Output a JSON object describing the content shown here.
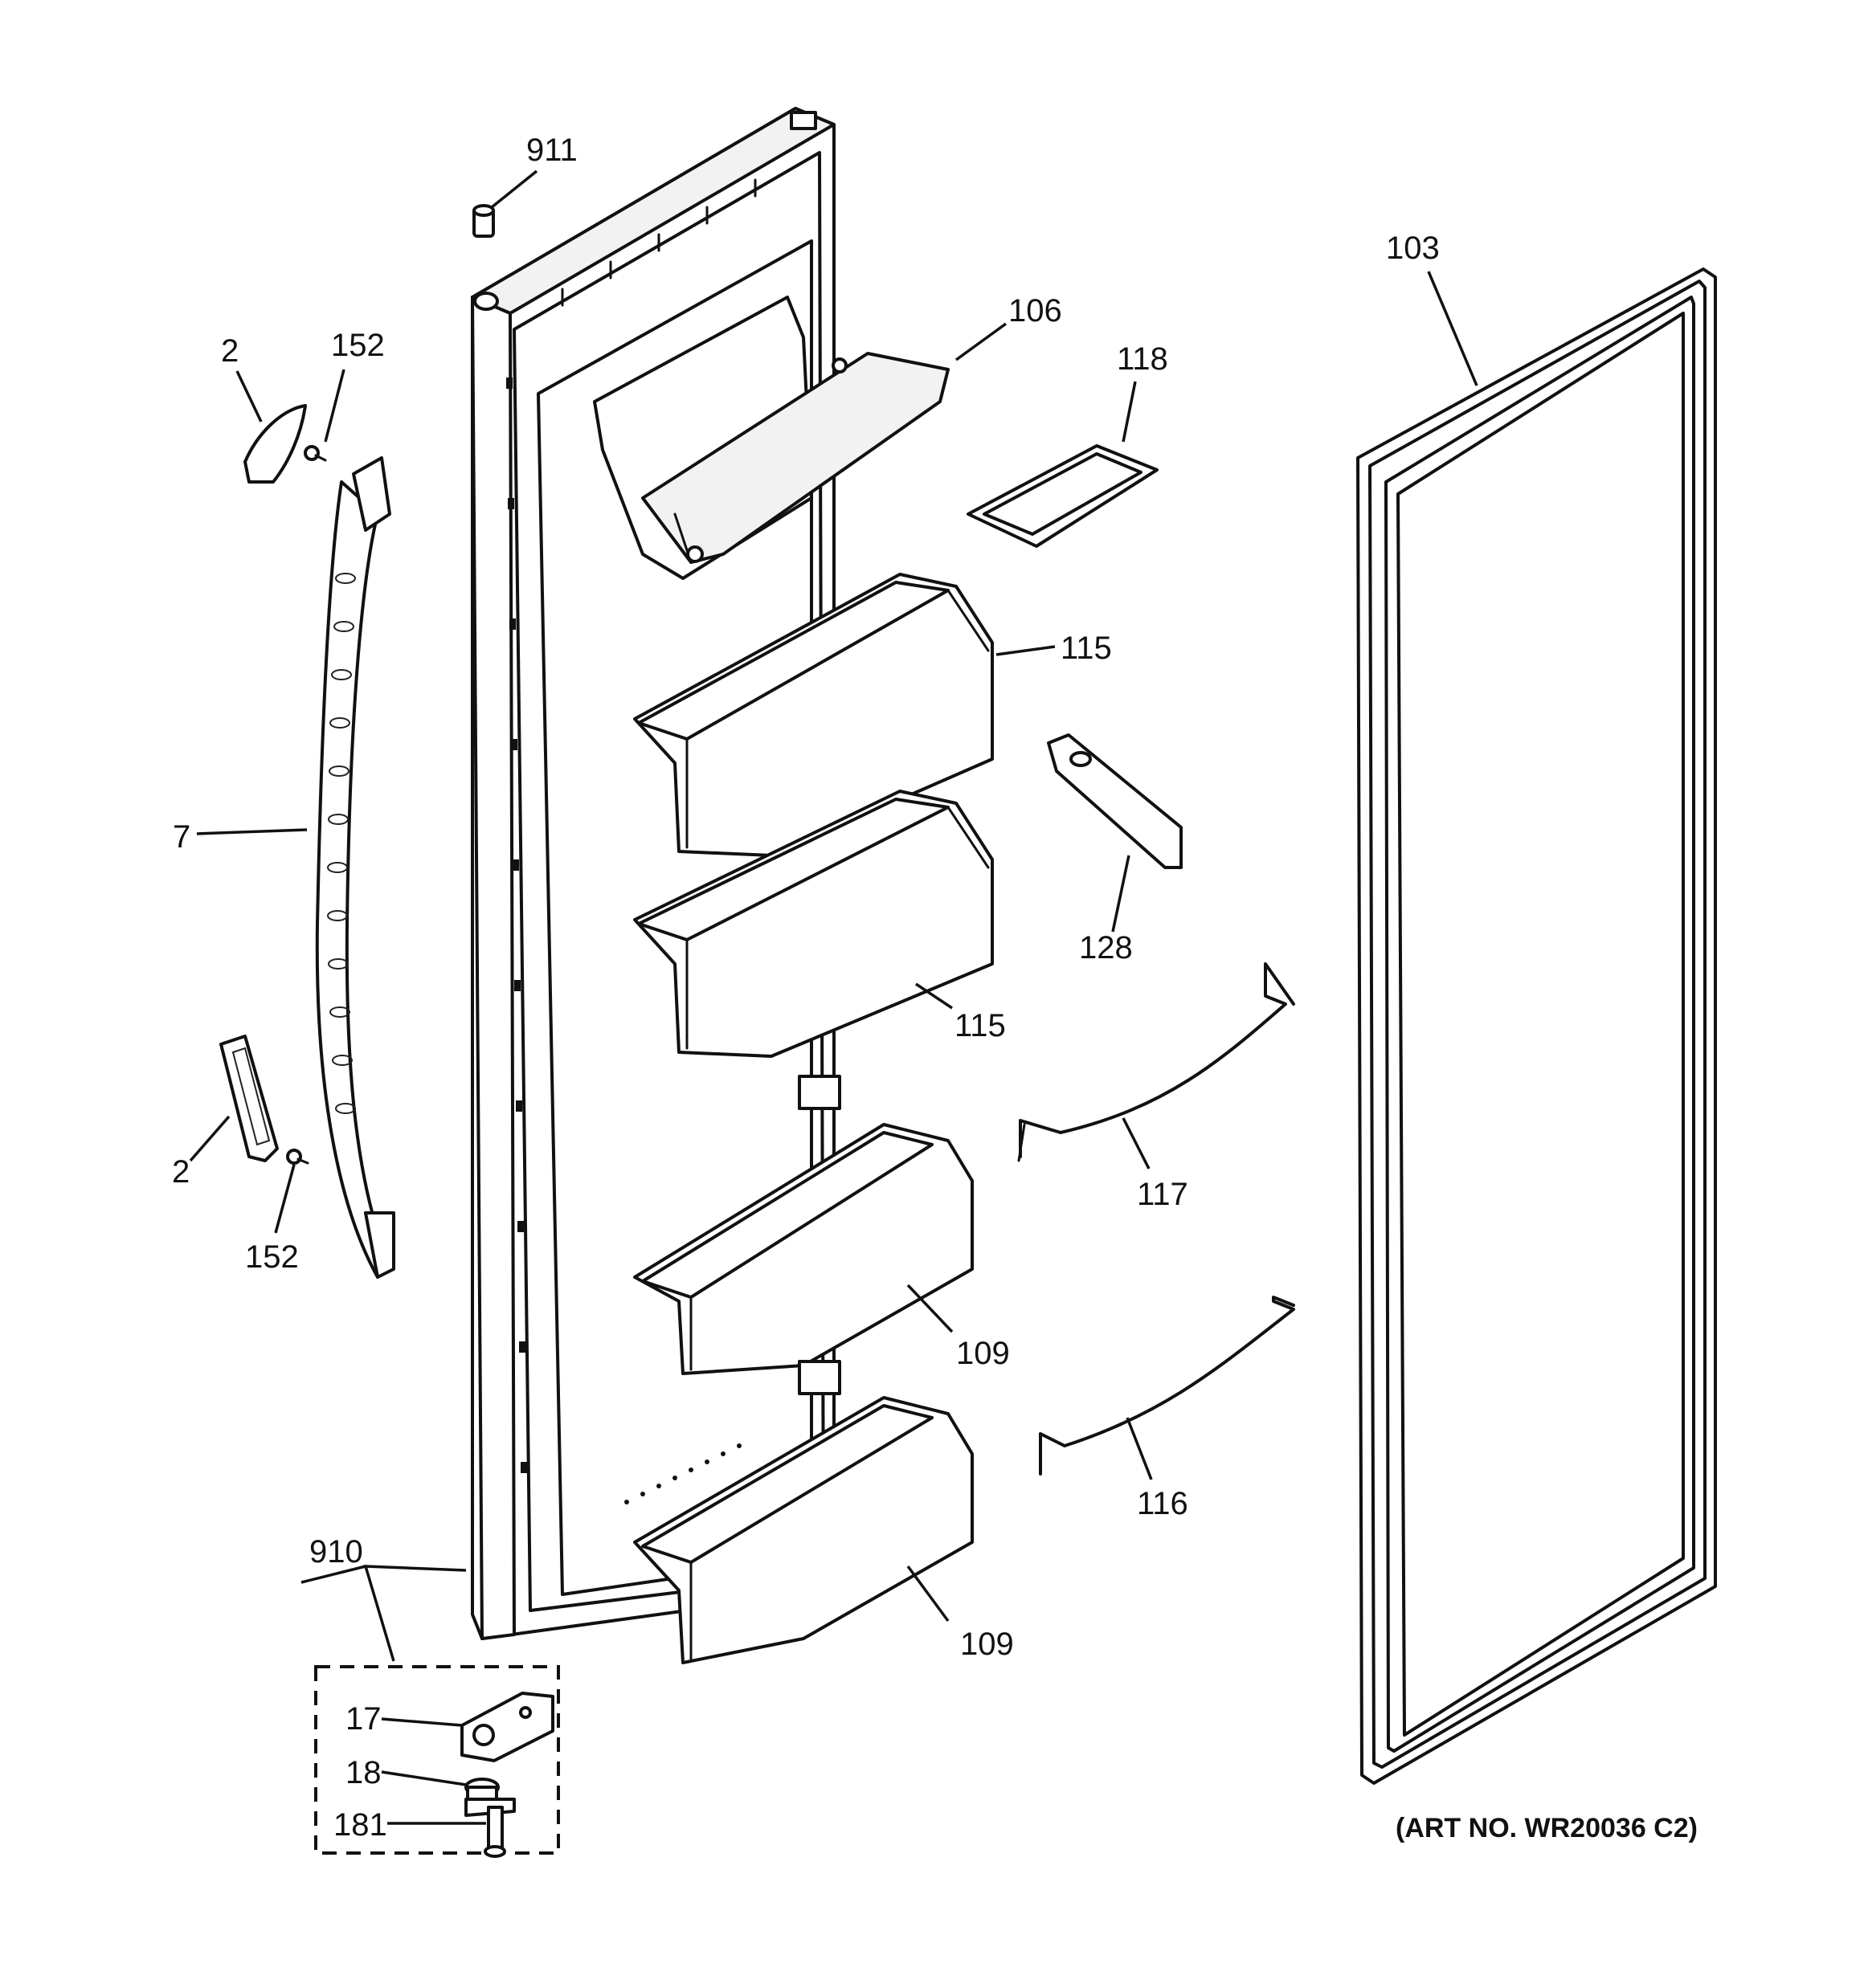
{
  "diagram": {
    "art_number": "(ART NO. WR20036 C2)",
    "callouts": [
      {
        "id": "911",
        "label": "911"
      },
      {
        "id": "106",
        "label": "106"
      },
      {
        "id": "103",
        "label": "103"
      },
      {
        "id": "118",
        "label": "118"
      },
      {
        "id": "2-top",
        "label": "2"
      },
      {
        "id": "152-top",
        "label": "152"
      },
      {
        "id": "115-top",
        "label": "115"
      },
      {
        "id": "7",
        "label": "7"
      },
      {
        "id": "128",
        "label": "128"
      },
      {
        "id": "115-bottom",
        "label": "115"
      },
      {
        "id": "2-bottom",
        "label": "2"
      },
      {
        "id": "117",
        "label": "117"
      },
      {
        "id": "152-bottom",
        "label": "152"
      },
      {
        "id": "109-top",
        "label": "109"
      },
      {
        "id": "116",
        "label": "116"
      },
      {
        "id": "910",
        "label": "910"
      },
      {
        "id": "109-bottom",
        "label": "109"
      },
      {
        "id": "17",
        "label": "17"
      },
      {
        "id": "18",
        "label": "18"
      },
      {
        "id": "181",
        "label": "181"
      }
    ]
  }
}
